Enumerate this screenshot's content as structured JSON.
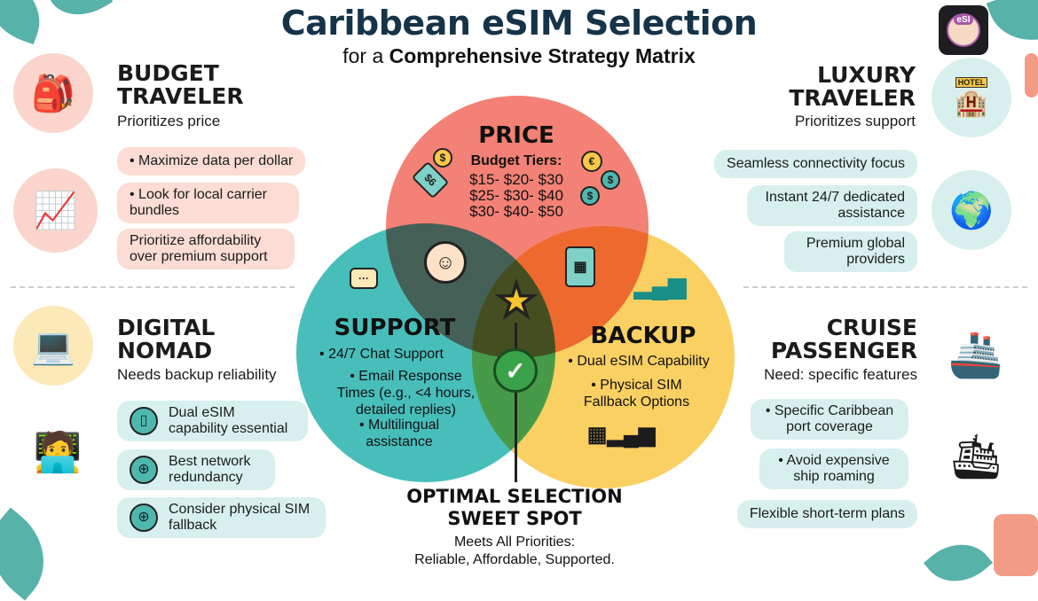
{
  "header": {
    "title": "Caribbean eSIM Selection",
    "subtitle_prefix": "for a",
    "subtitle_bold": "Comprehensive Strategy Matrix",
    "logo_text": "eSI"
  },
  "budget": {
    "title_line1": "BUDGET",
    "title_line2": "TRAVELER",
    "subtitle": "Prioritizes price",
    "items": [
      "• Maximize data per dollar",
      "• Look for local carrier bundles",
      "Prioritize affordability over premium support"
    ]
  },
  "nomad": {
    "title_line1": "DIGITAL",
    "title_line2": "NOMAD",
    "subtitle": "Needs backup reliability",
    "items": [
      "Dual eSIM capability essential",
      "Best network redundancy",
      "Consider physical SIM fallback"
    ]
  },
  "luxury": {
    "title_line1": "LUXURY",
    "title_line2": "TRAVELER",
    "subtitle": "Prioritizes support",
    "hotel_sign": "HOTEL",
    "items": [
      "Seamless connectivity focus",
      "Instant 24/7 dedicated assistance",
      "Premium global providers"
    ]
  },
  "cruise": {
    "title_line1": "CRUISE",
    "title_line2": "PASSENGER",
    "subtitle": "Need: specific features",
    "items": [
      "• Specific Caribbean port coverage",
      "• Avoid expensive ship roaming",
      "Flexible short-term plans"
    ]
  },
  "venn": {
    "price": {
      "title": "PRICE",
      "tiers_label": "Budget Tiers:",
      "tiers": [
        "$15- $20- $30",
        "$25- $30- $40",
        "$30- $40- $50"
      ],
      "tag_text": "$6",
      "color": "#f2776a"
    },
    "support": {
      "title": "SUPPORT",
      "items": [
        "• 24/7 Chat Support",
        "• Email Response Times (e.g., <4 hours, detailed replies)",
        "• Multilingual assistance"
      ],
      "color": "#3bbcb8"
    },
    "backup": {
      "title": "BACKUP",
      "items": [
        "• Dual eSIM Capability",
        "• Physical SIM Fallback Options"
      ],
      "color": "#f9c846"
    }
  },
  "sweet_spot": {
    "title_line1": "OPTIMAL SELECTION",
    "title_line2": "SWEET SPOT",
    "desc_line1": "Meets All Priorities:",
    "desc_line2": "Reliable, Affordable, Supported."
  }
}
